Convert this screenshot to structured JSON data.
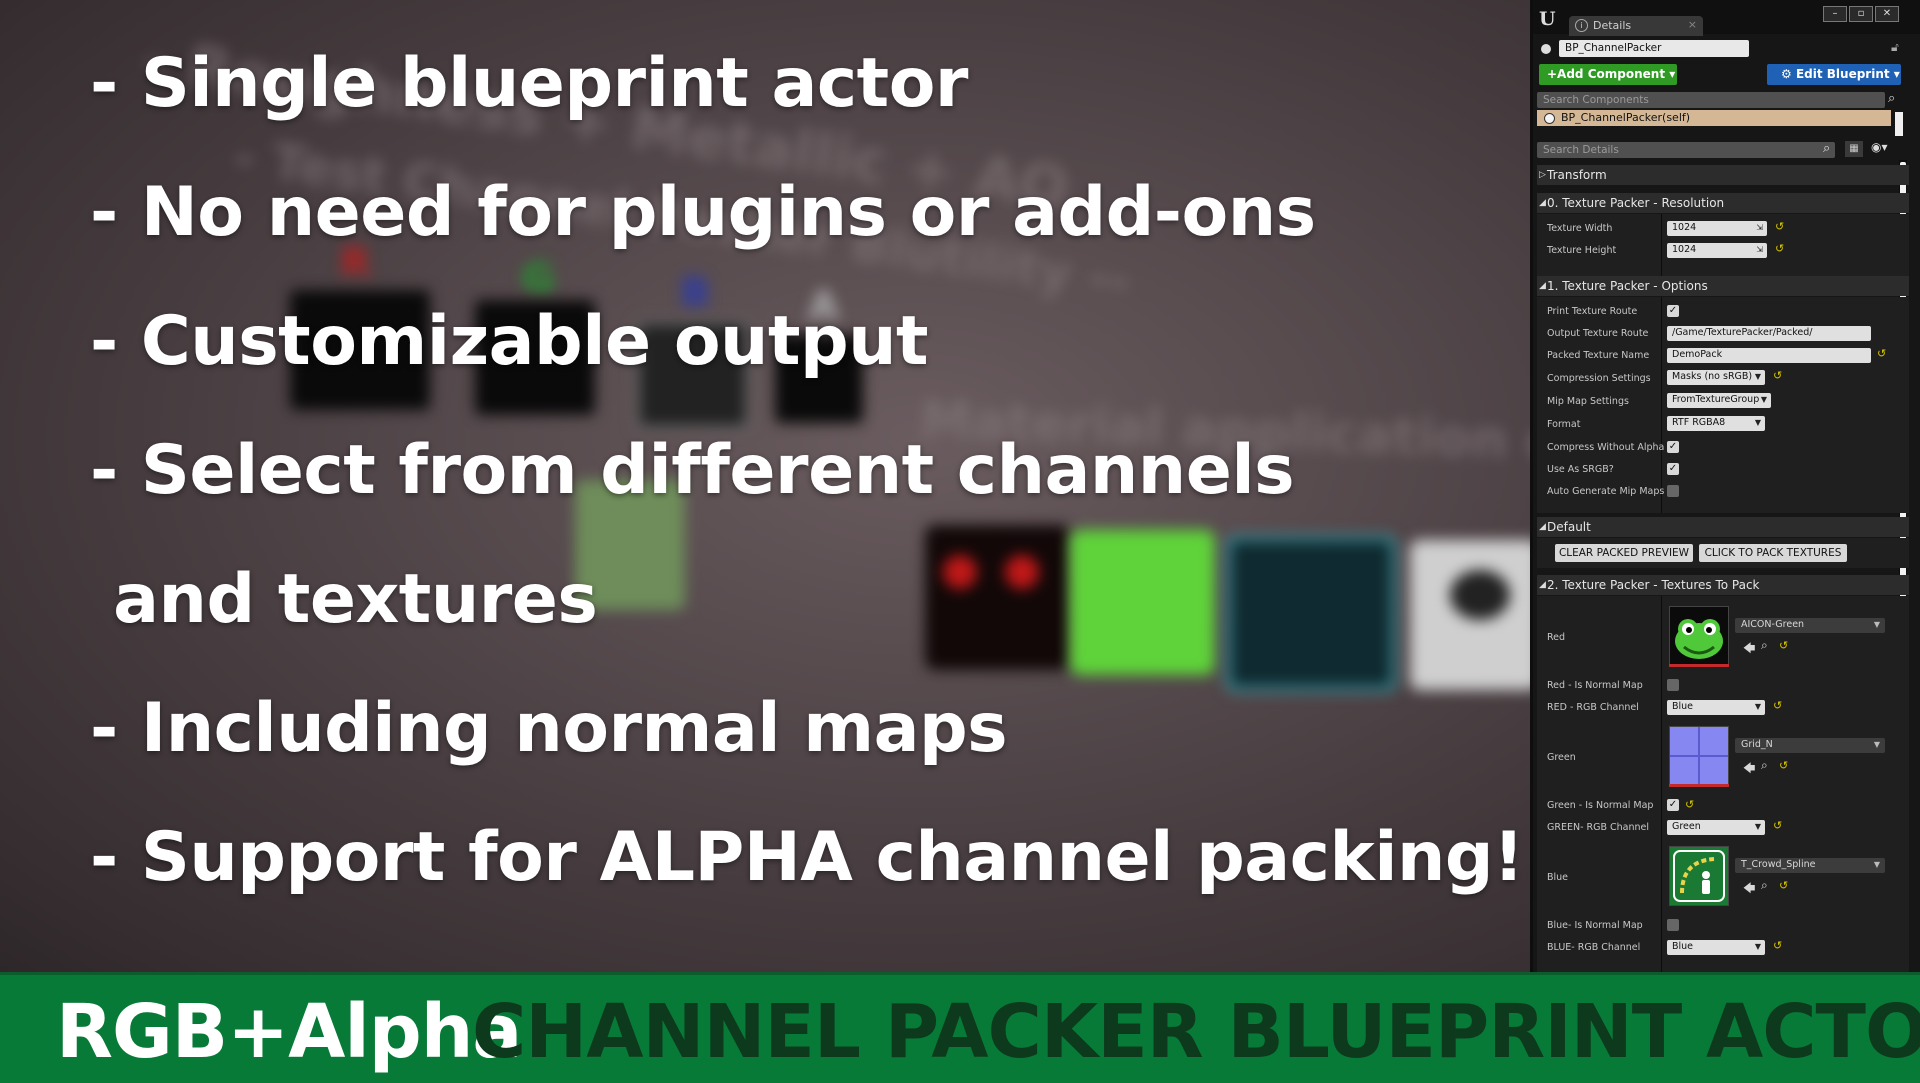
{
  "features": [
    "- Single blueprint actor",
    "- No need for plugins or add-ons",
    "- Customizable output",
    "- Select from different channels",
    " and textures",
    "- Including normal maps",
    "- Support for ALPHA channel packing!"
  ],
  "banner": {
    "left": "RGB+Alpha",
    "right": "CHANNEL PACKER BLUEPRINT ACTOR"
  },
  "panel": {
    "tab_title": "Details",
    "actor_name": "BP_ChannelPacker",
    "add_component": "+Add Component",
    "edit_blueprint": "Edit Blueprint",
    "search_components_placeholder": "Search Components",
    "self_row": "BP_ChannelPacker(self)",
    "search_details_placeholder": "Search Details",
    "sections": {
      "transform": "Transform",
      "resolution": "0. Texture Packer - Resolution",
      "options": "1. Texture Packer - Options",
      "default": "Default",
      "textures": "2. Texture Packer - Textures To Pack"
    },
    "resolution": {
      "width_label": "Texture Width",
      "width_value": "1024",
      "height_label": "Texture Height",
      "height_value": "1024"
    },
    "options": {
      "print_route_label": "Print Texture Route",
      "output_route_label": "Output Texture Route",
      "output_route_value": "/Game/TexturePacker/Packed/",
      "packed_name_label": "Packed Texture Name",
      "packed_name_value": "DemoPack",
      "compression_label": "Compression Settings",
      "compression_value": "Masks (no sRGB)",
      "mip_label": "Mip Map Settings",
      "mip_value": "FromTextureGroup",
      "format_label": "Format",
      "format_value": "RTF RGBA8",
      "compress_alpha_label": "Compress Without Alpha",
      "srgb_label": "Use As SRGB?",
      "auto_mip_label": "Auto Generate Mip Maps"
    },
    "default": {
      "clear_label": "CLEAR PACKED PREVIEW",
      "pack_label": "CLICK TO PACK TEXTURES"
    },
    "textures": {
      "red_label": "Red",
      "red_asset": "AICON-Green",
      "red_normal_label": "Red - Is Normal Map",
      "red_channel_label": "RED - RGB Channel",
      "red_channel_value": "Blue",
      "green_label": "Green",
      "green_asset": "Grid_N",
      "green_normal_label": "Green - Is Normal Map",
      "green_channel_label": "GREEN- RGB Channel",
      "green_channel_value": "Green",
      "blue_label": "Blue",
      "blue_asset": "T_Crowd_Spline",
      "blue_normal_label": "Blue- Is Normal Map",
      "blue_channel_label": "BLUE- RGB Channel",
      "blue_channel_value": "Blue"
    }
  },
  "background_ghost": {
    "line1": "- Roughness + Metallic + AO",
    "line2": "- Test Channel Packer Blutility --",
    "caption": "Material application example",
    "letters": [
      "R",
      "G",
      "B",
      "A"
    ]
  },
  "colors": {
    "banner_green": "#087a37",
    "banner_dark_text": "#0d3a1c",
    "add_component_green": "#2f9a24",
    "edit_blueprint_blue": "#1f61b5",
    "self_row_tan": "#d4b896",
    "panel_bg": "#161616"
  }
}
